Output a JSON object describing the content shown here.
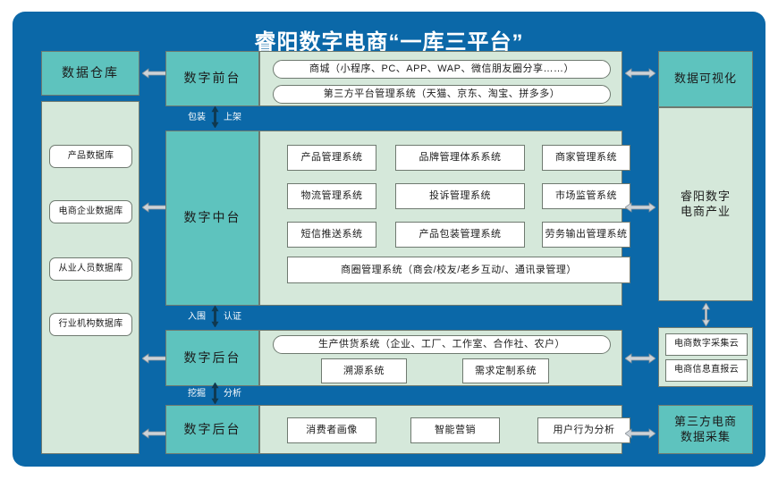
{
  "header": {
    "title": "睿阳数字电商“一库三平台”"
  },
  "colors": {
    "panel_blue": "#0B68A8",
    "teal": "#5EC3BE",
    "mint": "#D5E8DA",
    "white": "#FFFFFF",
    "border": "#6F7A70",
    "arrow_gray": "#B9BFC4"
  },
  "left_column": {
    "warehouse_label": "数据仓库",
    "databases": [
      {
        "label": "产品数据库"
      },
      {
        "label": "电商企业数据库"
      },
      {
        "label": "从业人员数据库"
      },
      {
        "label": "行业机构数据库"
      }
    ]
  },
  "layers": [
    {
      "name": "数字前台",
      "items": [
        {
          "label": "商城（小程序、PC、APP、WAP、微信朋友圈分享……）",
          "shape": "pill"
        },
        {
          "label": "第三方平台管理系统（天猫、京东、淘宝、拼多多）",
          "shape": "pill"
        }
      ]
    },
    {
      "name": "数字中台",
      "items": [
        {
          "label": "产品管理系统"
        },
        {
          "label": "品牌管理体系系统"
        },
        {
          "label": "商家管理系统"
        },
        {
          "label": "物流管理系统"
        },
        {
          "label": "投诉管理系统"
        },
        {
          "label": "市场监管系统"
        },
        {
          "label": "短信推送系统"
        },
        {
          "label": "产品包装管理系统"
        },
        {
          "label": "劳务输出管理系统"
        },
        {
          "label": "商圈管理系统（商会/校友/老乡互动/、通讯录管理）"
        }
      ]
    },
    {
      "name": "数字后台",
      "items": [
        {
          "label": "生产供货系统（企业、工厂、工作室、合作社、农户）",
          "shape": "pill"
        },
        {
          "label": "溯源系统"
        },
        {
          "label": "需求定制系统"
        }
      ]
    },
    {
      "name": "数字后台",
      "items": [
        {
          "label": "消费者画像"
        },
        {
          "label": "智能营销"
        },
        {
          "label": "用户行为分析"
        }
      ]
    }
  ],
  "connectors": [
    {
      "left": "包装",
      "right": "上架"
    },
    {
      "left": "入围",
      "right": "认证"
    },
    {
      "left": "挖掘",
      "right": "分析"
    }
  ],
  "right_column": {
    "visualization_label": "数据可视化",
    "industry_label": "睿阳数字\n电商产业",
    "industry_line1": "睿阳数字",
    "industry_line2": "电商产业",
    "clouds": [
      {
        "label": "电商数字采集云"
      },
      {
        "label": "电商信息直报云"
      }
    ],
    "third_party_line1": "第三方电商",
    "third_party_line2": "数据采集"
  },
  "icons": {
    "double_arrow_horizontal": "double-arrow-horizontal-icon",
    "double_arrow_vertical": "double-arrow-vertical-icon"
  }
}
